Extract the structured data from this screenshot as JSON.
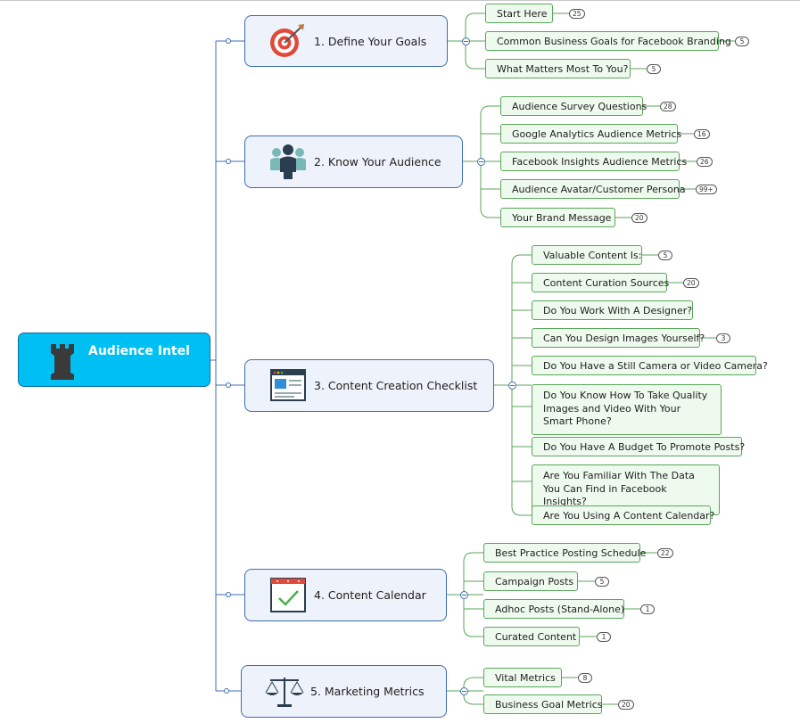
{
  "central": {
    "label": "Audience Intel",
    "icon": "rook-icon"
  },
  "topics": [
    {
      "label": "1. Define Your Goals",
      "icon": "target-icon",
      "subtopics": [
        {
          "label": "Start Here",
          "badge": "25"
        },
        {
          "label": "Common Business Goals for Facebook Branding",
          "badge": "5"
        },
        {
          "label": "What Matters Most To You?",
          "badge": "5"
        }
      ]
    },
    {
      "label": "2. Know Your Audience",
      "icon": "people-icon",
      "subtopics": [
        {
          "label": "Audience Survey Questions",
          "badge": "28"
        },
        {
          "label": "Google  Analytics Audience Metrics",
          "badge": "16"
        },
        {
          "label": "Facebook Insights Audience Metrics",
          "badge": "26"
        },
        {
          "label": "Audience Avatar/Customer Persona",
          "badge": "99+"
        },
        {
          "label": "Your  Brand Message",
          "badge": "20"
        }
      ]
    },
    {
      "label": "3. Content Creation Checklist",
      "icon": "webpage-icon",
      "subtopics": [
        {
          "label": "Valuable Content Is:",
          "badge": "5"
        },
        {
          "label": "Content Curation Sources",
          "badge": "20"
        },
        {
          "label": "Do You Work With A Designer?",
          "badge": ""
        },
        {
          "label": "Can You Design Images Yourself?",
          "badge": "3"
        },
        {
          "label": "Do You Have a Still Camera or Video Camera?",
          "badge": ""
        },
        {
          "label": "Do You Know How To Take Quality Images and Video With Your Smart Phone?",
          "badge": ""
        },
        {
          "label": "Do You Have A Budget To Promote Posts?",
          "badge": ""
        },
        {
          "label": "Are You Familiar With The Data You Can Find in Facebook Insights?",
          "badge": ""
        },
        {
          "label": "Are You Using A Content Calendar?",
          "badge": ""
        }
      ]
    },
    {
      "label": "4. Content Calendar",
      "icon": "calendar-check-icon",
      "subtopics": [
        {
          "label": "Best Practice Posting Schedule",
          "badge": "22"
        },
        {
          "label": "Campaign Posts",
          "badge": "5"
        },
        {
          "label": "Adhoc Posts (Stand-Alone)",
          "badge": "1"
        },
        {
          "label": "Curated Content",
          "badge": "1"
        }
      ]
    },
    {
      "label": "5. Marketing Metrics",
      "icon": "scales-icon",
      "subtopics": [
        {
          "label": "Vital Metrics",
          "badge": "8"
        },
        {
          "label": "Business Goal Metrics",
          "badge": "20"
        }
      ]
    }
  ]
}
